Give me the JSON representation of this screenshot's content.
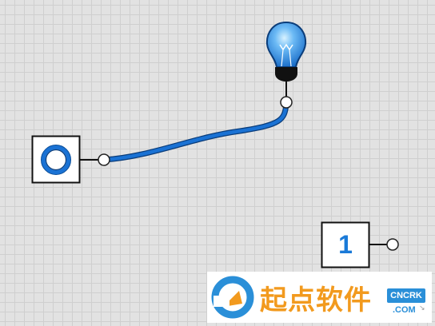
{
  "canvas": {
    "grid": true
  },
  "components": {
    "number_block": {
      "label": "1"
    },
    "bulb": {
      "color": "#1a7ad8"
    },
    "wire": {
      "color": "#1a72d4"
    }
  },
  "watermark": {
    "brand": "起点软件",
    "badge": "CNCRK",
    "domain": ".COM",
    "mark": "↘"
  }
}
